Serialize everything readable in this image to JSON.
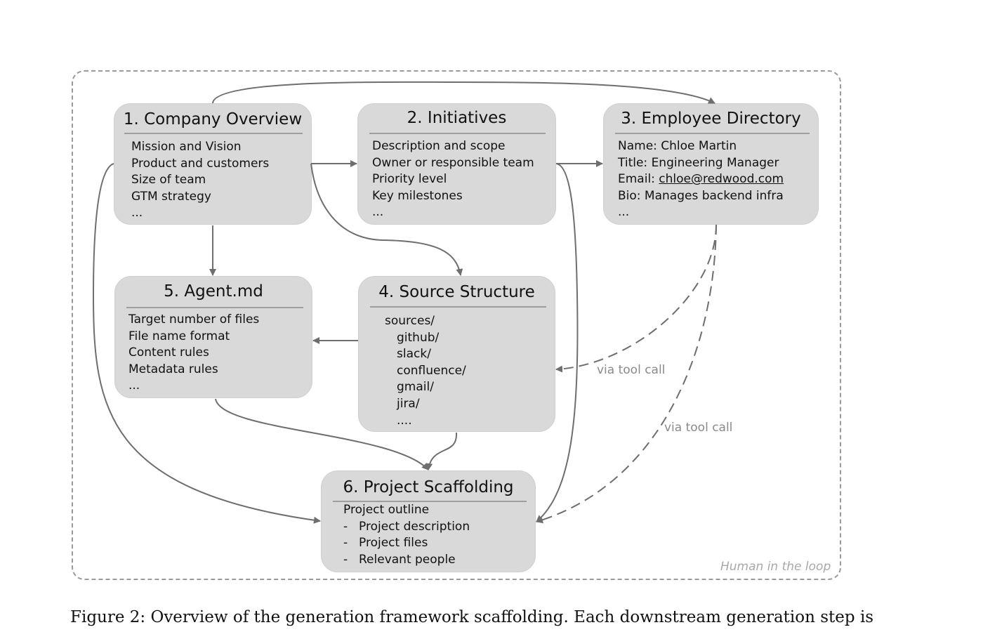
{
  "boxes": {
    "company_overview": {
      "title": "1. Company Overview",
      "lines": [
        "Mission and Vision",
        "Product and customers",
        "Size of team",
        "GTM strategy",
        "..."
      ]
    },
    "initiatives": {
      "title": "2. Initiatives",
      "lines": [
        "Description and scope",
        "Owner or responsible team",
        "Priority level",
        "Key milestones",
        "..."
      ]
    },
    "employee_directory": {
      "title": "3. Employee Directory",
      "name_line": "Name: Chloe Martin",
      "title_line": "Title: Engineering Manager",
      "email_label": "Email: ",
      "email_value": "chloe@redwood.com",
      "bio_line": "Bio: Manages backend infra",
      "ellipsis": "..."
    },
    "source_structure": {
      "title": "4. Source Structure",
      "root": "sources/",
      "folders": [
        "github/",
        "slack/",
        "confluence/",
        "gmail/",
        "jira/",
        "...."
      ]
    },
    "agent_md": {
      "title": "5. Agent.md",
      "lines": [
        "Target number of files",
        "File name format",
        "Content rules",
        "Metadata rules",
        "..."
      ]
    },
    "project_scaffolding": {
      "title": "6. Project Scaffolding",
      "outline": "Project outline",
      "bullet_marker": "-",
      "bullets": [
        "Project description",
        "Project files",
        "Relevant people"
      ]
    }
  },
  "edge_labels": {
    "tool_call_1": "via tool call",
    "tool_call_2": "via tool call"
  },
  "frame_label": "Human in the loop",
  "caption": "Figure 2: Overview of the generation framework scaffolding. Each downstream generation step is",
  "colors": {
    "box_fill": "#d9d9d9",
    "arrow": "#6e6e6e",
    "frame": "#9a9a9a"
  }
}
